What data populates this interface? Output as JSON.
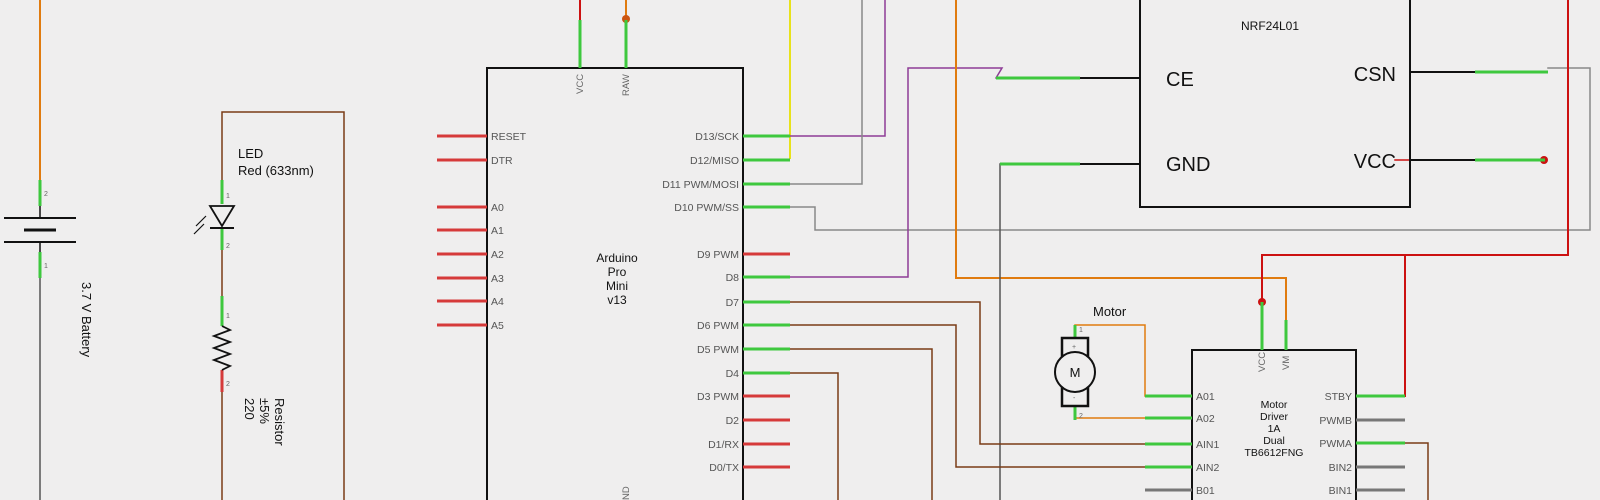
{
  "battery": {
    "label": "3.7 V Battery",
    "pin_top": "2",
    "pin_bottom": "1"
  },
  "led": {
    "label_line1": "LED",
    "label_line2": "Red (633nm)",
    "pin_top": "1",
    "pin_bottom": "2"
  },
  "resistor": {
    "label_line1": "Resistor",
    "label_line2": "±5%",
    "label_line3": "220",
    "pin_top": "1",
    "pin_bottom": "2"
  },
  "arduino": {
    "title_lines": [
      "Arduino",
      "Pro",
      "Mini",
      "v13"
    ],
    "top_pins": [
      "VCC",
      "RAW"
    ],
    "bottom_pin_partial": "ND",
    "left_pins": [
      "RESET",
      "DTR",
      "A0",
      "A1",
      "A2",
      "A3",
      "A4",
      "A5"
    ],
    "right_pins": [
      "D13/SCK",
      "D12/MISO",
      "D11 PWM/MOSI",
      "D10 PWM/SS",
      "D9 PWM",
      "D8",
      "D7",
      "D6 PWM",
      "D5 PWM",
      "D4",
      "D3 PWM",
      "D2",
      "D1/RX",
      "D0/TX"
    ]
  },
  "nrf": {
    "title": "NRF24L01",
    "left_pins": [
      "CE",
      "GND"
    ],
    "right_pins": [
      "CSN",
      "VCC"
    ]
  },
  "motor": {
    "label": "Motor",
    "symbol": "M",
    "plus": "+",
    "minus": "-",
    "pin_top": "1",
    "pin_bottom": "2"
  },
  "driver": {
    "title_lines": [
      "Motor",
      "Driver",
      "1A",
      "Dual",
      "TB6612FNG"
    ],
    "top_pins": [
      "VCC",
      "VM"
    ],
    "left_pins": [
      "A01",
      "A02",
      "AIN1",
      "AIN2",
      "B01"
    ],
    "right_pins": [
      "STBY",
      "PWMB",
      "PWMA",
      "BIN2",
      "BIN1"
    ]
  },
  "colors": {
    "background": "#efeeee",
    "wire_orange": "#e07b0f",
    "wire_red": "#cc1111",
    "wire_brown": "#7a3b16",
    "wire_purple": "#8e3c96",
    "wire_gray": "#888888",
    "wire_yellow": "#e8e21a",
    "pin_green": "#3ec83e",
    "pin_red": "#d63a3a",
    "outline": "#111111"
  }
}
